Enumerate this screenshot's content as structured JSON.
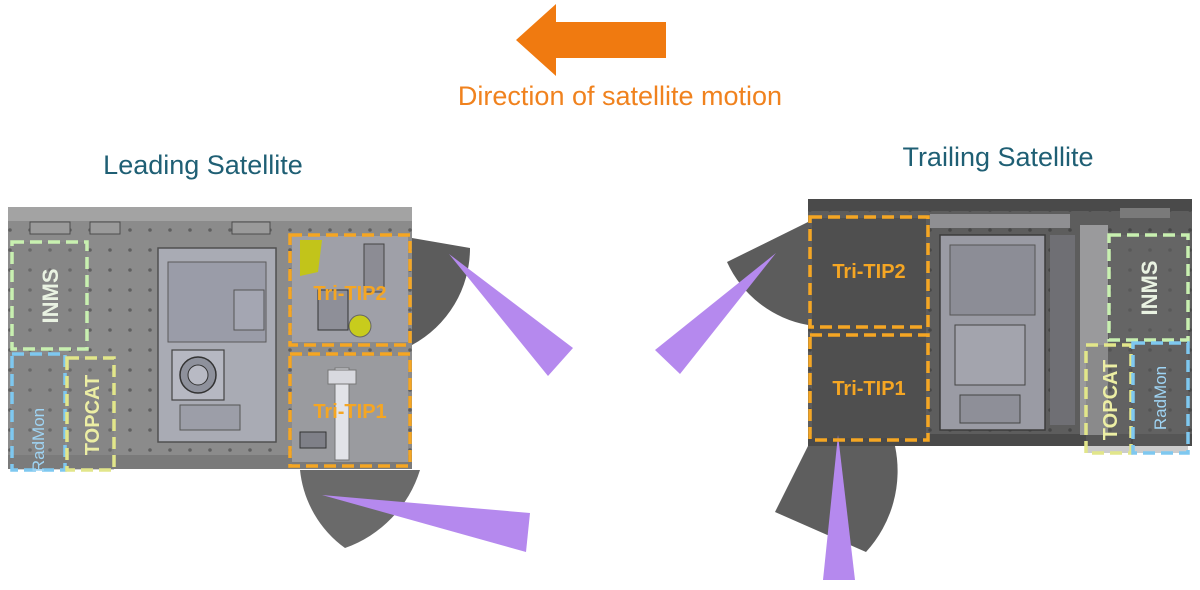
{
  "header": {
    "motion_label": "Direction of satellite motion"
  },
  "leading": {
    "title": "Leading Satellite",
    "boxes": {
      "inms": "INMS",
      "radmon": "RadMon",
      "topcat": "TOPCAT",
      "tritip2": "Tri-TIP2",
      "tritip1": "Tri-TIP1"
    }
  },
  "trailing": {
    "title": "Trailing Satellite",
    "boxes": {
      "inms": "INMS",
      "radmon": "RadMon",
      "topcat": "TOPCAT",
      "tritip2": "Tri-TIP2",
      "tritip1": "Tri-TIP1"
    }
  },
  "colors": {
    "arrow": "#f07a10",
    "motion_text": "#f0821e",
    "title": "#1f5f74",
    "panel": "#8b8b8b",
    "panel_dark": "#5a5a5a",
    "fov_wedge": "#5c5c5c",
    "beam": "#b589ee",
    "box_orange": "#f5a623",
    "box_green": "#c8f0b0",
    "box_blue": "#7ec8f0",
    "box_yellow": "#e2e68a"
  }
}
